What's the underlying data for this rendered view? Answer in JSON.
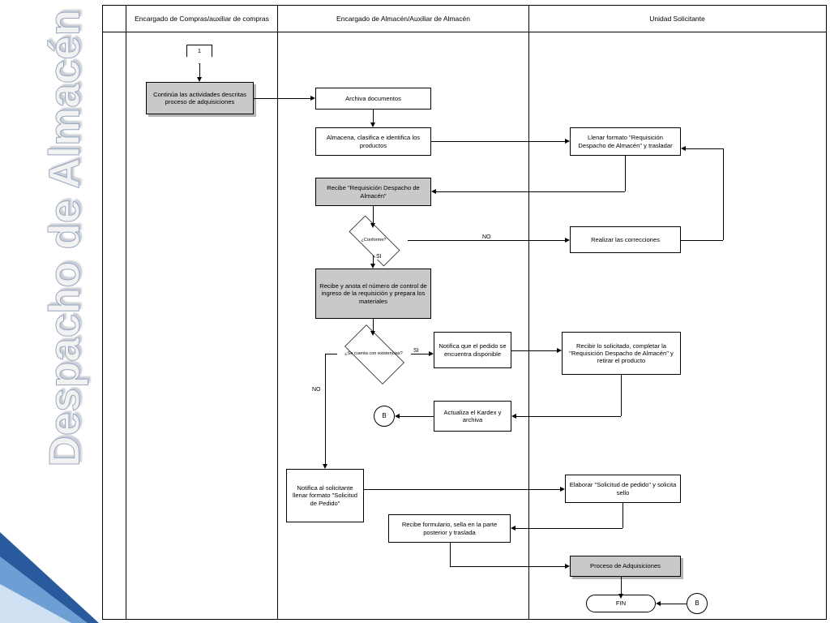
{
  "page": {
    "title": "Despacho de Almacén"
  },
  "diagram": {
    "type": "flowchart",
    "columns": [
      {
        "id": "col-compras",
        "label": "Encargado de Compras/auxiliar de compras"
      },
      {
        "id": "col-almacen",
        "label": "Encargado de Almacén/Auxiliar de Almacén"
      },
      {
        "id": "col-solicitante",
        "label": "Unidad Solicitante"
      }
    ],
    "nodes": [
      {
        "id": "n-conn-1",
        "shape": "off-page-connector",
        "text": "1",
        "column": "col-compras"
      },
      {
        "id": "n-continua",
        "shape": "process-shaded",
        "text": "Continúa las actividades descritas proceso de adquisiciones",
        "column": "col-compras"
      },
      {
        "id": "n-archiva-doc",
        "shape": "process",
        "text": "Archiva documentos",
        "column": "col-almacen"
      },
      {
        "id": "n-almacena",
        "shape": "process",
        "text": "Almacena, clasifica e identifica los productos",
        "column": "col-almacen"
      },
      {
        "id": "n-llenar-formato",
        "shape": "process",
        "text": "Llenar formato \"Requisición Despacho de Almacén\" y trasladar",
        "column": "col-solicitante"
      },
      {
        "id": "n-recibe-requisicion",
        "shape": "process-shaded",
        "text": "Recibe \"Requisición Despacho de Almacén\"",
        "column": "col-almacen"
      },
      {
        "id": "n-conforme",
        "shape": "decision",
        "text": "¿Conforme?",
        "column": "col-almacen"
      },
      {
        "id": "n-correcciones",
        "shape": "process",
        "text": "Realizar las correcciones",
        "column": "col-solicitante"
      },
      {
        "id": "n-recibe-anota",
        "shape": "process-shaded",
        "text": "Recibe y anota el número de control de ingreso de la requisición y prepara los materiales",
        "column": "col-almacen"
      },
      {
        "id": "n-existencias",
        "shape": "decision",
        "text": "¿Se cuenta con existencias?",
        "column": "col-almacen"
      },
      {
        "id": "n-notifica-disponible",
        "shape": "process",
        "text": "Notifica que el pedido se encuentra disponible",
        "column": "col-almacen"
      },
      {
        "id": "n-recibir-solicitado",
        "shape": "process",
        "text": "Recibir lo solicitado, completar la \"Requisición Despacho de Almacén\" y retirar el producto",
        "column": "col-solicitante"
      },
      {
        "id": "n-actualiza-kardex",
        "shape": "process",
        "text": "Actualiza el Kardex y archiva",
        "column": "col-almacen"
      },
      {
        "id": "n-conn-b-1",
        "shape": "connector",
        "text": "B",
        "column": "col-almacen"
      },
      {
        "id": "n-notifica-solicitante",
        "shape": "process",
        "text": "Notifica al solicitante llenar formato \"Solicitud de Pedido\"",
        "column": "col-compras"
      },
      {
        "id": "n-elaborar-solicitud",
        "shape": "process",
        "text": "Elaborar \"Solicitud de pedido\" y solicita sello",
        "column": "col-solicitante"
      },
      {
        "id": "n-recibe-formulario",
        "shape": "process",
        "text": "Recibe formulario, sella en la parte posterior y traslada",
        "column": "col-almacen"
      },
      {
        "id": "n-proceso-adq",
        "shape": "process-shaded",
        "text": "Proceso de Adquisiciones",
        "column": "col-solicitante"
      },
      {
        "id": "n-fin",
        "shape": "terminator",
        "text": "FIN",
        "column": "col-solicitante"
      },
      {
        "id": "n-conn-b-2",
        "shape": "connector",
        "text": "B",
        "column": "col-solicitante"
      }
    ],
    "edge_labels": {
      "no_conforme": "NO",
      "si_conforme": "SI",
      "si_existencias": "SI",
      "no_existencias": "NO"
    }
  }
}
